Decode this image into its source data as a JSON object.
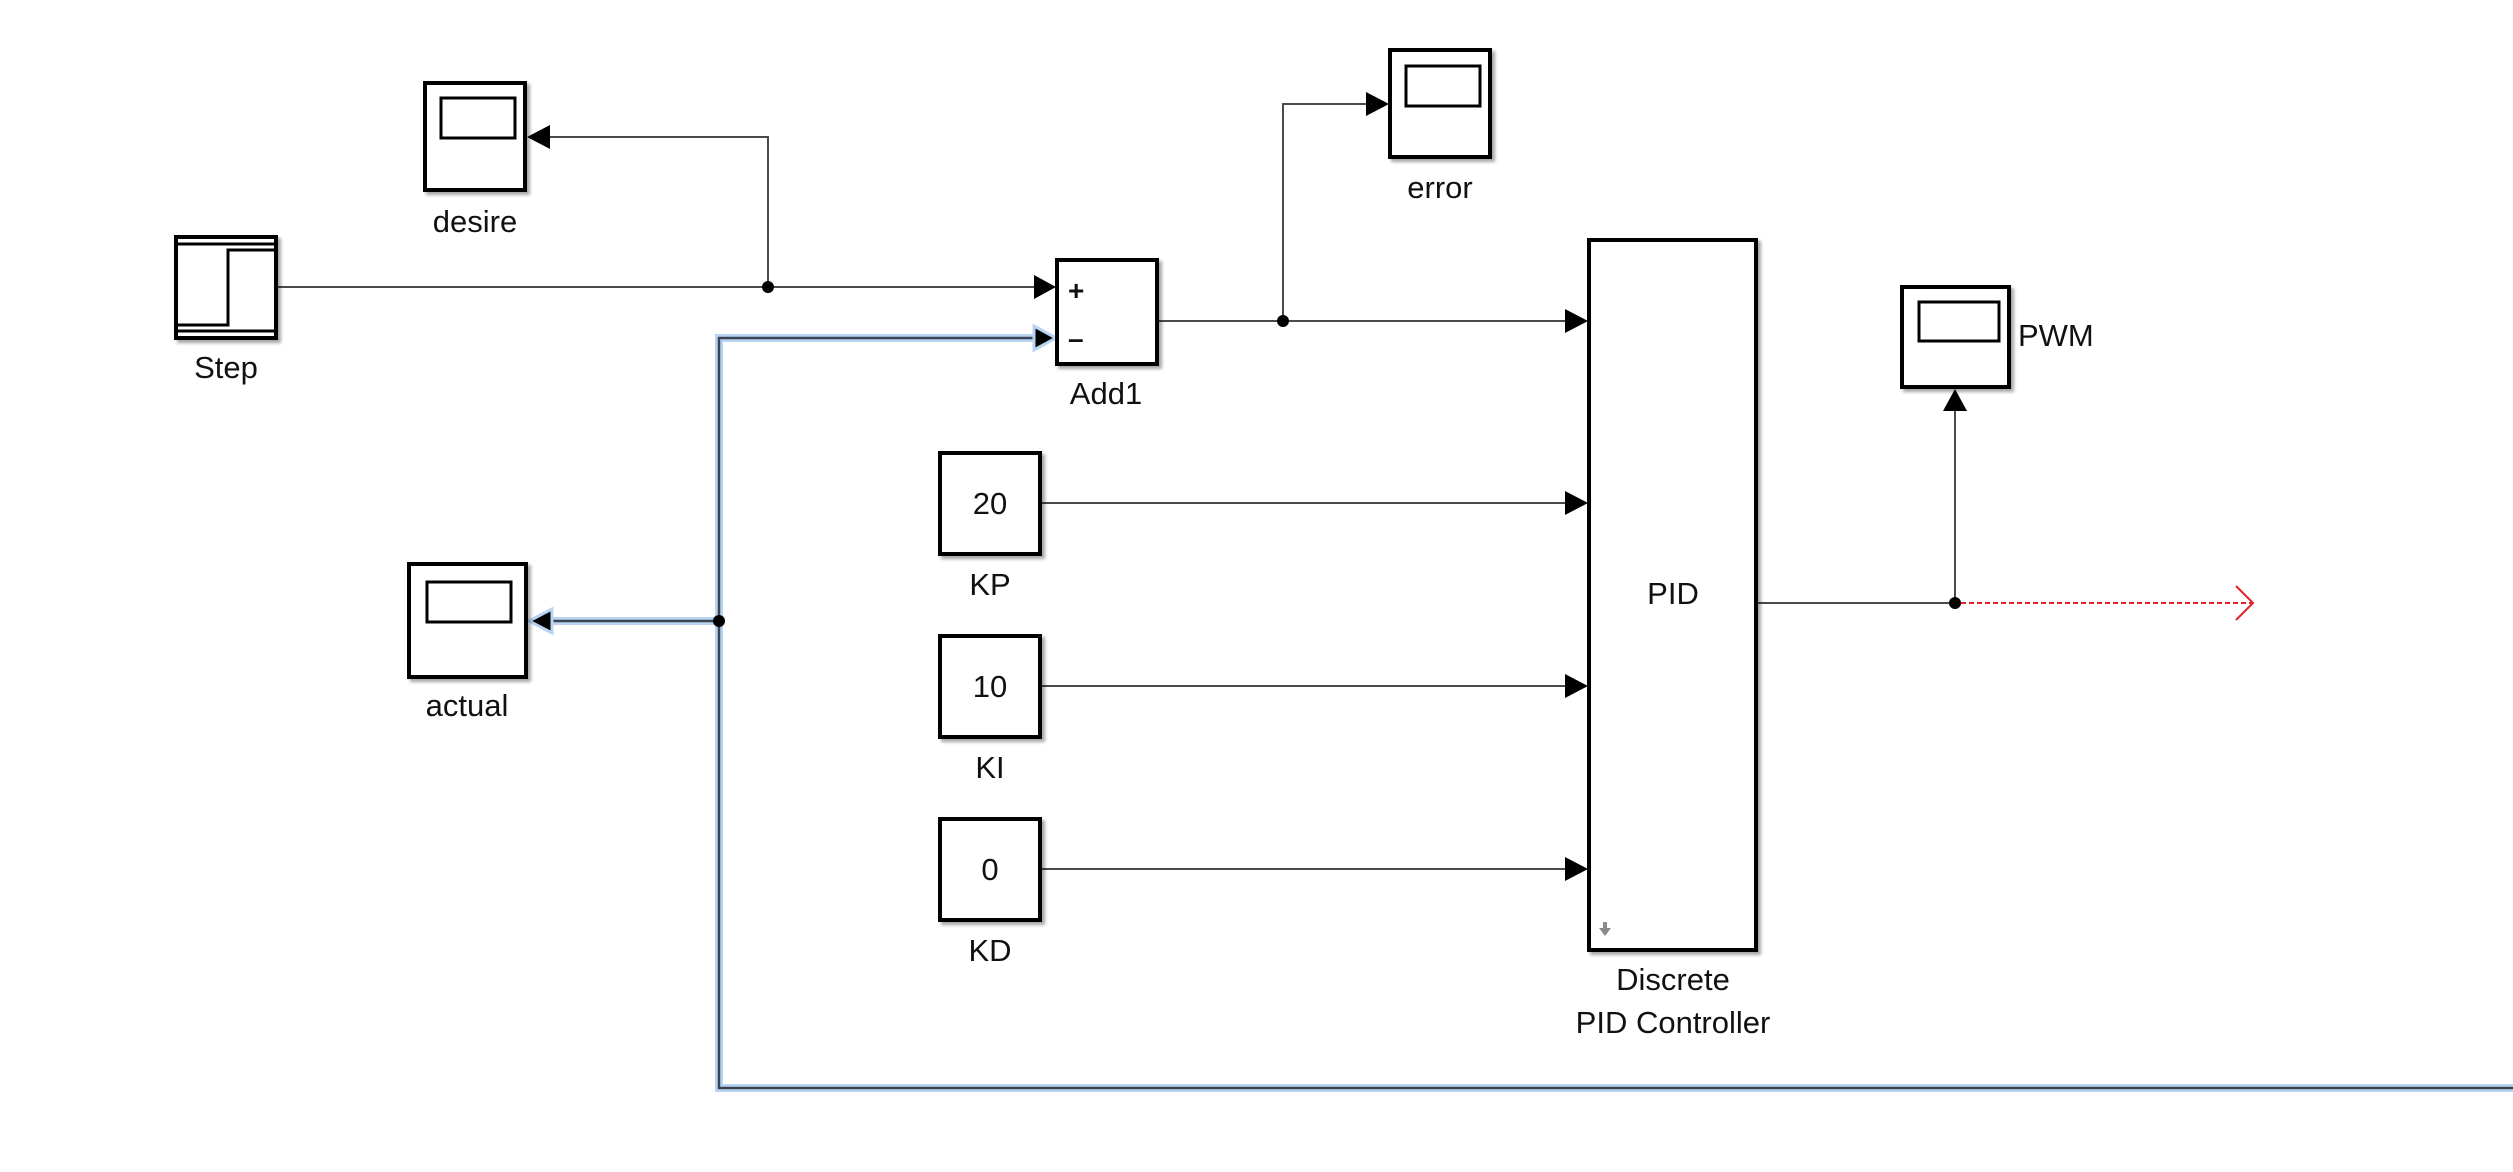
{
  "diagram": {
    "blocks": {
      "step": {
        "label": "Step",
        "icon": "step-function-icon"
      },
      "desire": {
        "label": "desire",
        "icon": "scope-icon"
      },
      "error": {
        "label": "error",
        "icon": "scope-icon"
      },
      "actual": {
        "label": "actual",
        "icon": "scope-icon"
      },
      "pwm": {
        "label": "PWM",
        "icon": "scope-icon"
      },
      "add1": {
        "label": "Add1",
        "plus_sign": "+",
        "minus_sign": "–"
      },
      "kp": {
        "label": "KP",
        "value": "20"
      },
      "ki": {
        "label": "KI",
        "value": "10"
      },
      "kd": {
        "label": "KD",
        "value": "0"
      },
      "pid": {
        "label_line1": "Discrete",
        "label_line2": "PID Controller",
        "text": "PID",
        "icon": "down-arrow-icon"
      }
    },
    "colors": {
      "wire": "#4a4a4a",
      "selected_wire_halo": "#b9d4f3",
      "unconnected_wire": "#e8202a",
      "block_border": "#000000"
    }
  }
}
